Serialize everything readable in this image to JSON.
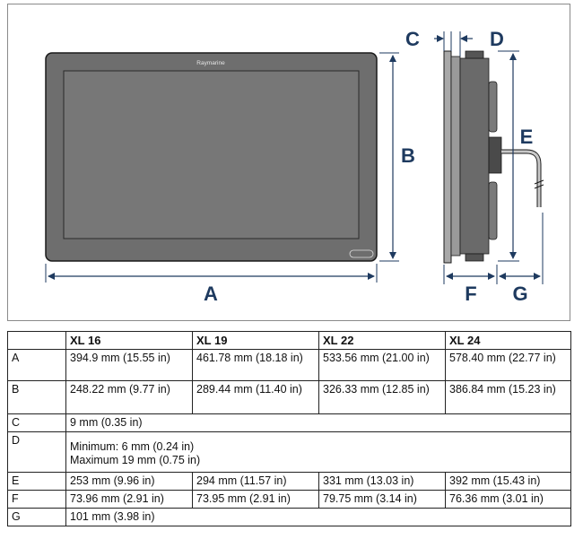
{
  "figure": {
    "brand": "Raymarine",
    "dimension_labels": {
      "a": "A",
      "b": "B",
      "c": "C",
      "d": "D",
      "e": "E",
      "f": "F",
      "g": "G"
    },
    "colors": {
      "arrow": "#1e3a5f",
      "bezel": "#6e6e6e",
      "screen": "#777777",
      "outline": "#1a1a1a"
    }
  },
  "table": {
    "headers": [
      "",
      "XL 16",
      "XL 19",
      "XL 22",
      "XL 24"
    ],
    "rows": {
      "a": {
        "label": "A",
        "values": [
          "394.9 mm (15.55 in)",
          "461.78 mm (18.18 in)",
          "533.56 mm (21.00 in)",
          "578.40 mm (22.77 in)"
        ]
      },
      "b": {
        "label": "B",
        "values": [
          "248.22 mm (9.77 in)",
          "289.44 mm (11.40 in)",
          "326.33 mm (12.85 in)",
          "386.84 mm (15.23 in)"
        ]
      },
      "c": {
        "label": "C",
        "value": "9 mm (0.35 in)"
      },
      "d": {
        "label": "D",
        "value_min": "Minimum: 6 mm (0.24 in)",
        "value_max": "Maximum 19 mm (0.75 in)"
      },
      "e": {
        "label": "E",
        "values": [
          "253 mm (9.96 in)",
          "294 mm (11.57 in)",
          "331 mm (13.03 in)",
          "392 mm (15.43 in)"
        ]
      },
      "f": {
        "label": "F",
        "values": [
          "73.96 mm (2.91 in)",
          "73.95 mm (2.91 in)",
          "79.75 mm (3.14 in)",
          "76.36 mm (3.01 in)"
        ]
      },
      "g": {
        "label": "G",
        "value": "101 mm (3.98 in)"
      }
    }
  }
}
